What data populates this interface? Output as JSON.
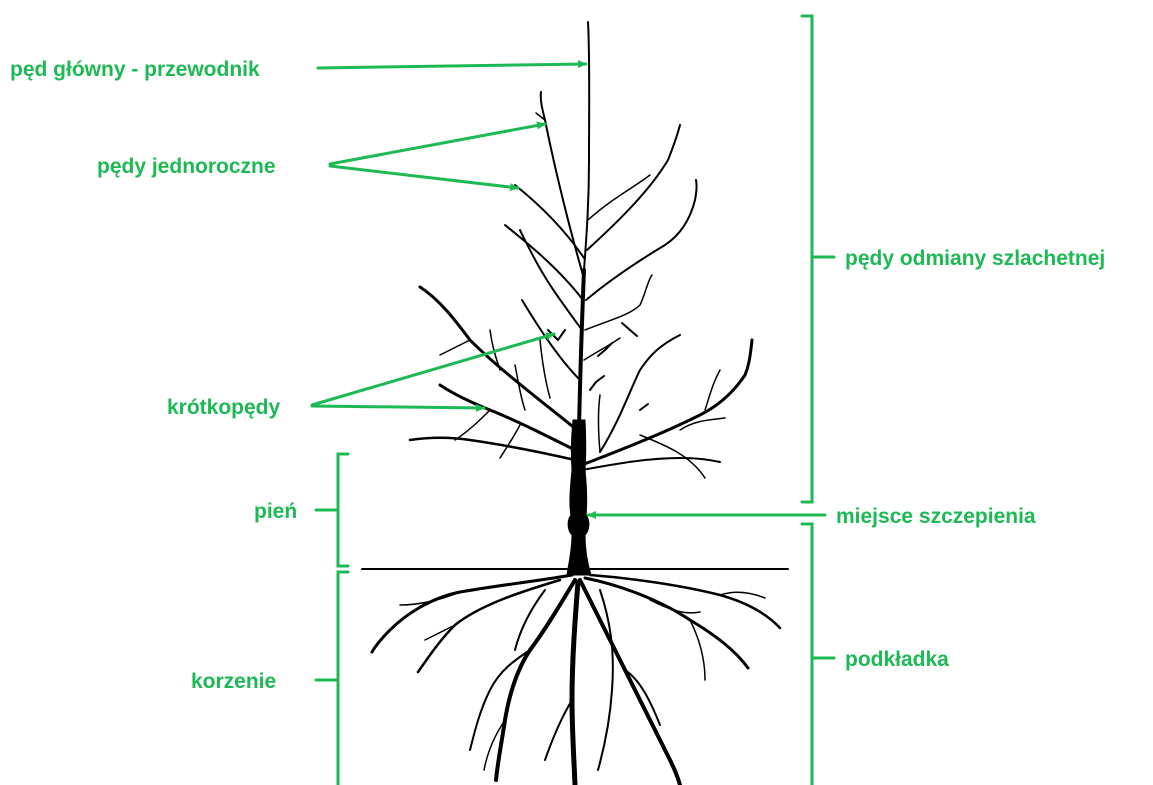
{
  "labels": {
    "main_shoot": "pęd główny - przewodnik",
    "annual_shoots": "pędy jednoroczne",
    "spurs": "krótkopędy",
    "trunk": "pień",
    "roots": "korzenie",
    "scion_shoots": "pędy odmiany szlachetnej",
    "graft_union": "miejsce szczepienia",
    "rootstock": "podkładka"
  },
  "colors": {
    "annotation": "#1db954",
    "tree": "#000000",
    "background": "#ffffff"
  }
}
